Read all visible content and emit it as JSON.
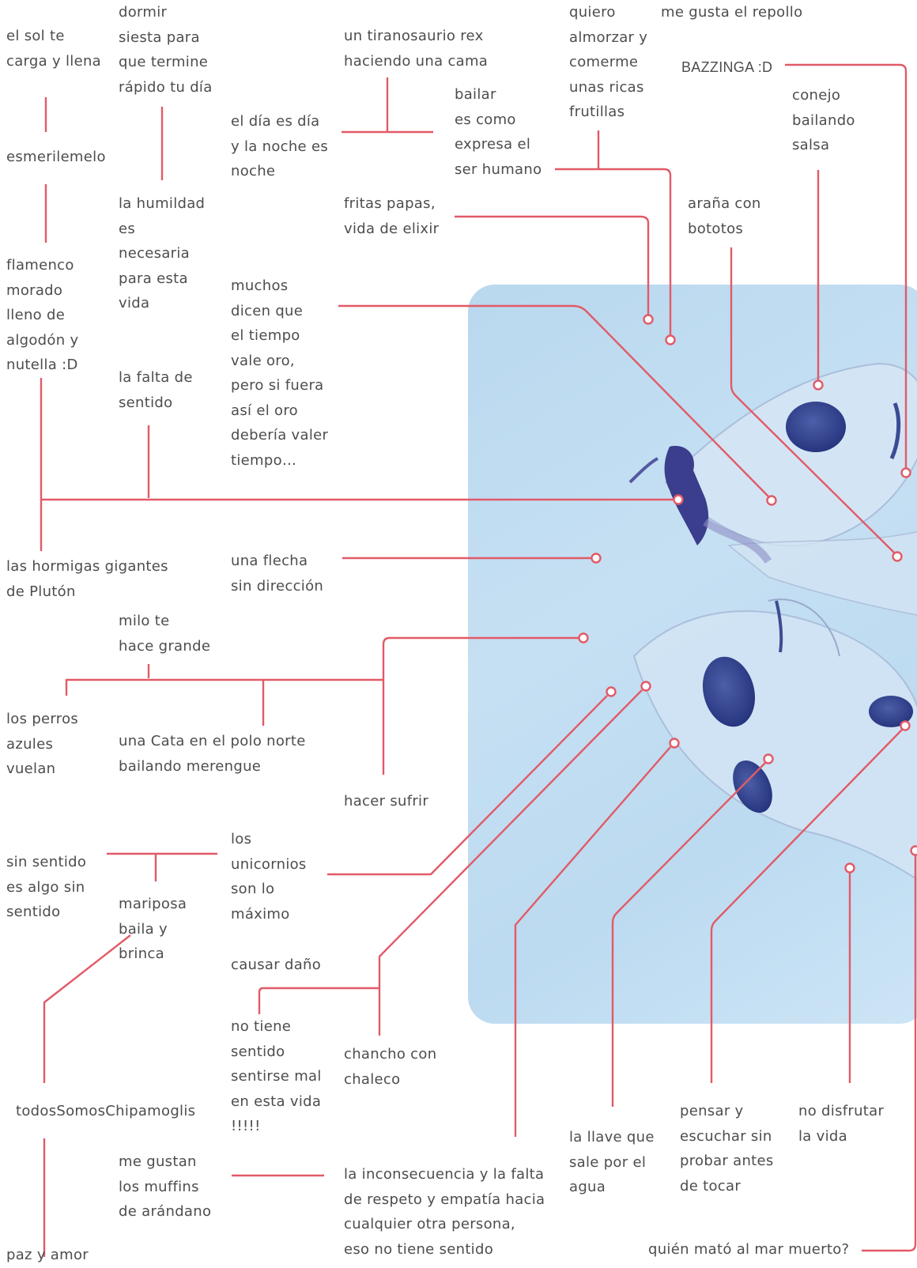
{
  "labels": {
    "sol": "el sol te\ncarga y llena",
    "dormir": "dormir\nsiesta para\nque termine\nrápido tu día",
    "tiranosaurio": "un tiranosaurio rex\nhaciendo una cama",
    "almorzar": "quiero\nalmorzar y\ncomerme\nunas ricas\nfrutillas",
    "repollo": "me gusta el repollo",
    "bazzinga": "BAZZINGA :D",
    "conejo": "conejo\nbailando\nsalsa",
    "bailar": "bailar\nes como\nexpresa el\nser humano",
    "dia": "el día es día\ny la noche es\nnoche",
    "esmerilemelo": "esmerilemelo",
    "humildad": "la humildad\nes\nnecesaria\npara esta\nvida",
    "fritas": "fritas papas,\nvida de elixir",
    "arana": "araña con\nbototos",
    "flamenco": "flamenco\nmorado\nlleno de\nalgodón y\nnutella :D",
    "tiempo": "muchos\ndicen que\nel tiempo\nvale oro,\npero si fuera\nasí el oro\ndebería valer\ntiempo…",
    "falta_sentido": "la falta de\nsentido",
    "hormigas": "las hormigas gigantes\nde Plutón",
    "flecha": "una flecha\nsin dirección",
    "milo": "milo te\nhace grande",
    "perros": "los perros\nazules\nvuelan",
    "cata": "una Cata en el polo norte\nbailando merengue",
    "sufrir": "hacer sufrir",
    "sin_sentido": "sin sentido\nes algo sin\nsentido",
    "unicornios": "los\nunicornios\nson lo\nmáximo",
    "mariposa": "mariposa\nbaila y\nbrinca",
    "dano": "causar daño",
    "no_tiene": "no tiene\nsentido\nsentirse mal\nen esta vida\n!!!!!",
    "chancho": "chancho con\nchaleco",
    "chipamoglis": "todosSomosChipamoglis",
    "muffins": "me gustan\nlos muffins\nde arándano",
    "inconsecuencia": "la inconsecuencia y la falta\nde respeto y empatía hacia\ncualquier otra persona,\neso no tiene sentido",
    "llave": "la llave que\nsale por el\nagua",
    "pensar": "pensar y\nescuchar sin\nprobar antes\nde tocar",
    "disfrutar": "no disfrutar\nla vida",
    "mar_muerto": "quién mató al mar muerto?",
    "paz": "paz y amor"
  },
  "colors": {
    "line": "#e25a67",
    "text": "#4d4d4d",
    "photo_bg": "#c4def2",
    "cell_nucleus": "#2e3f8f"
  }
}
